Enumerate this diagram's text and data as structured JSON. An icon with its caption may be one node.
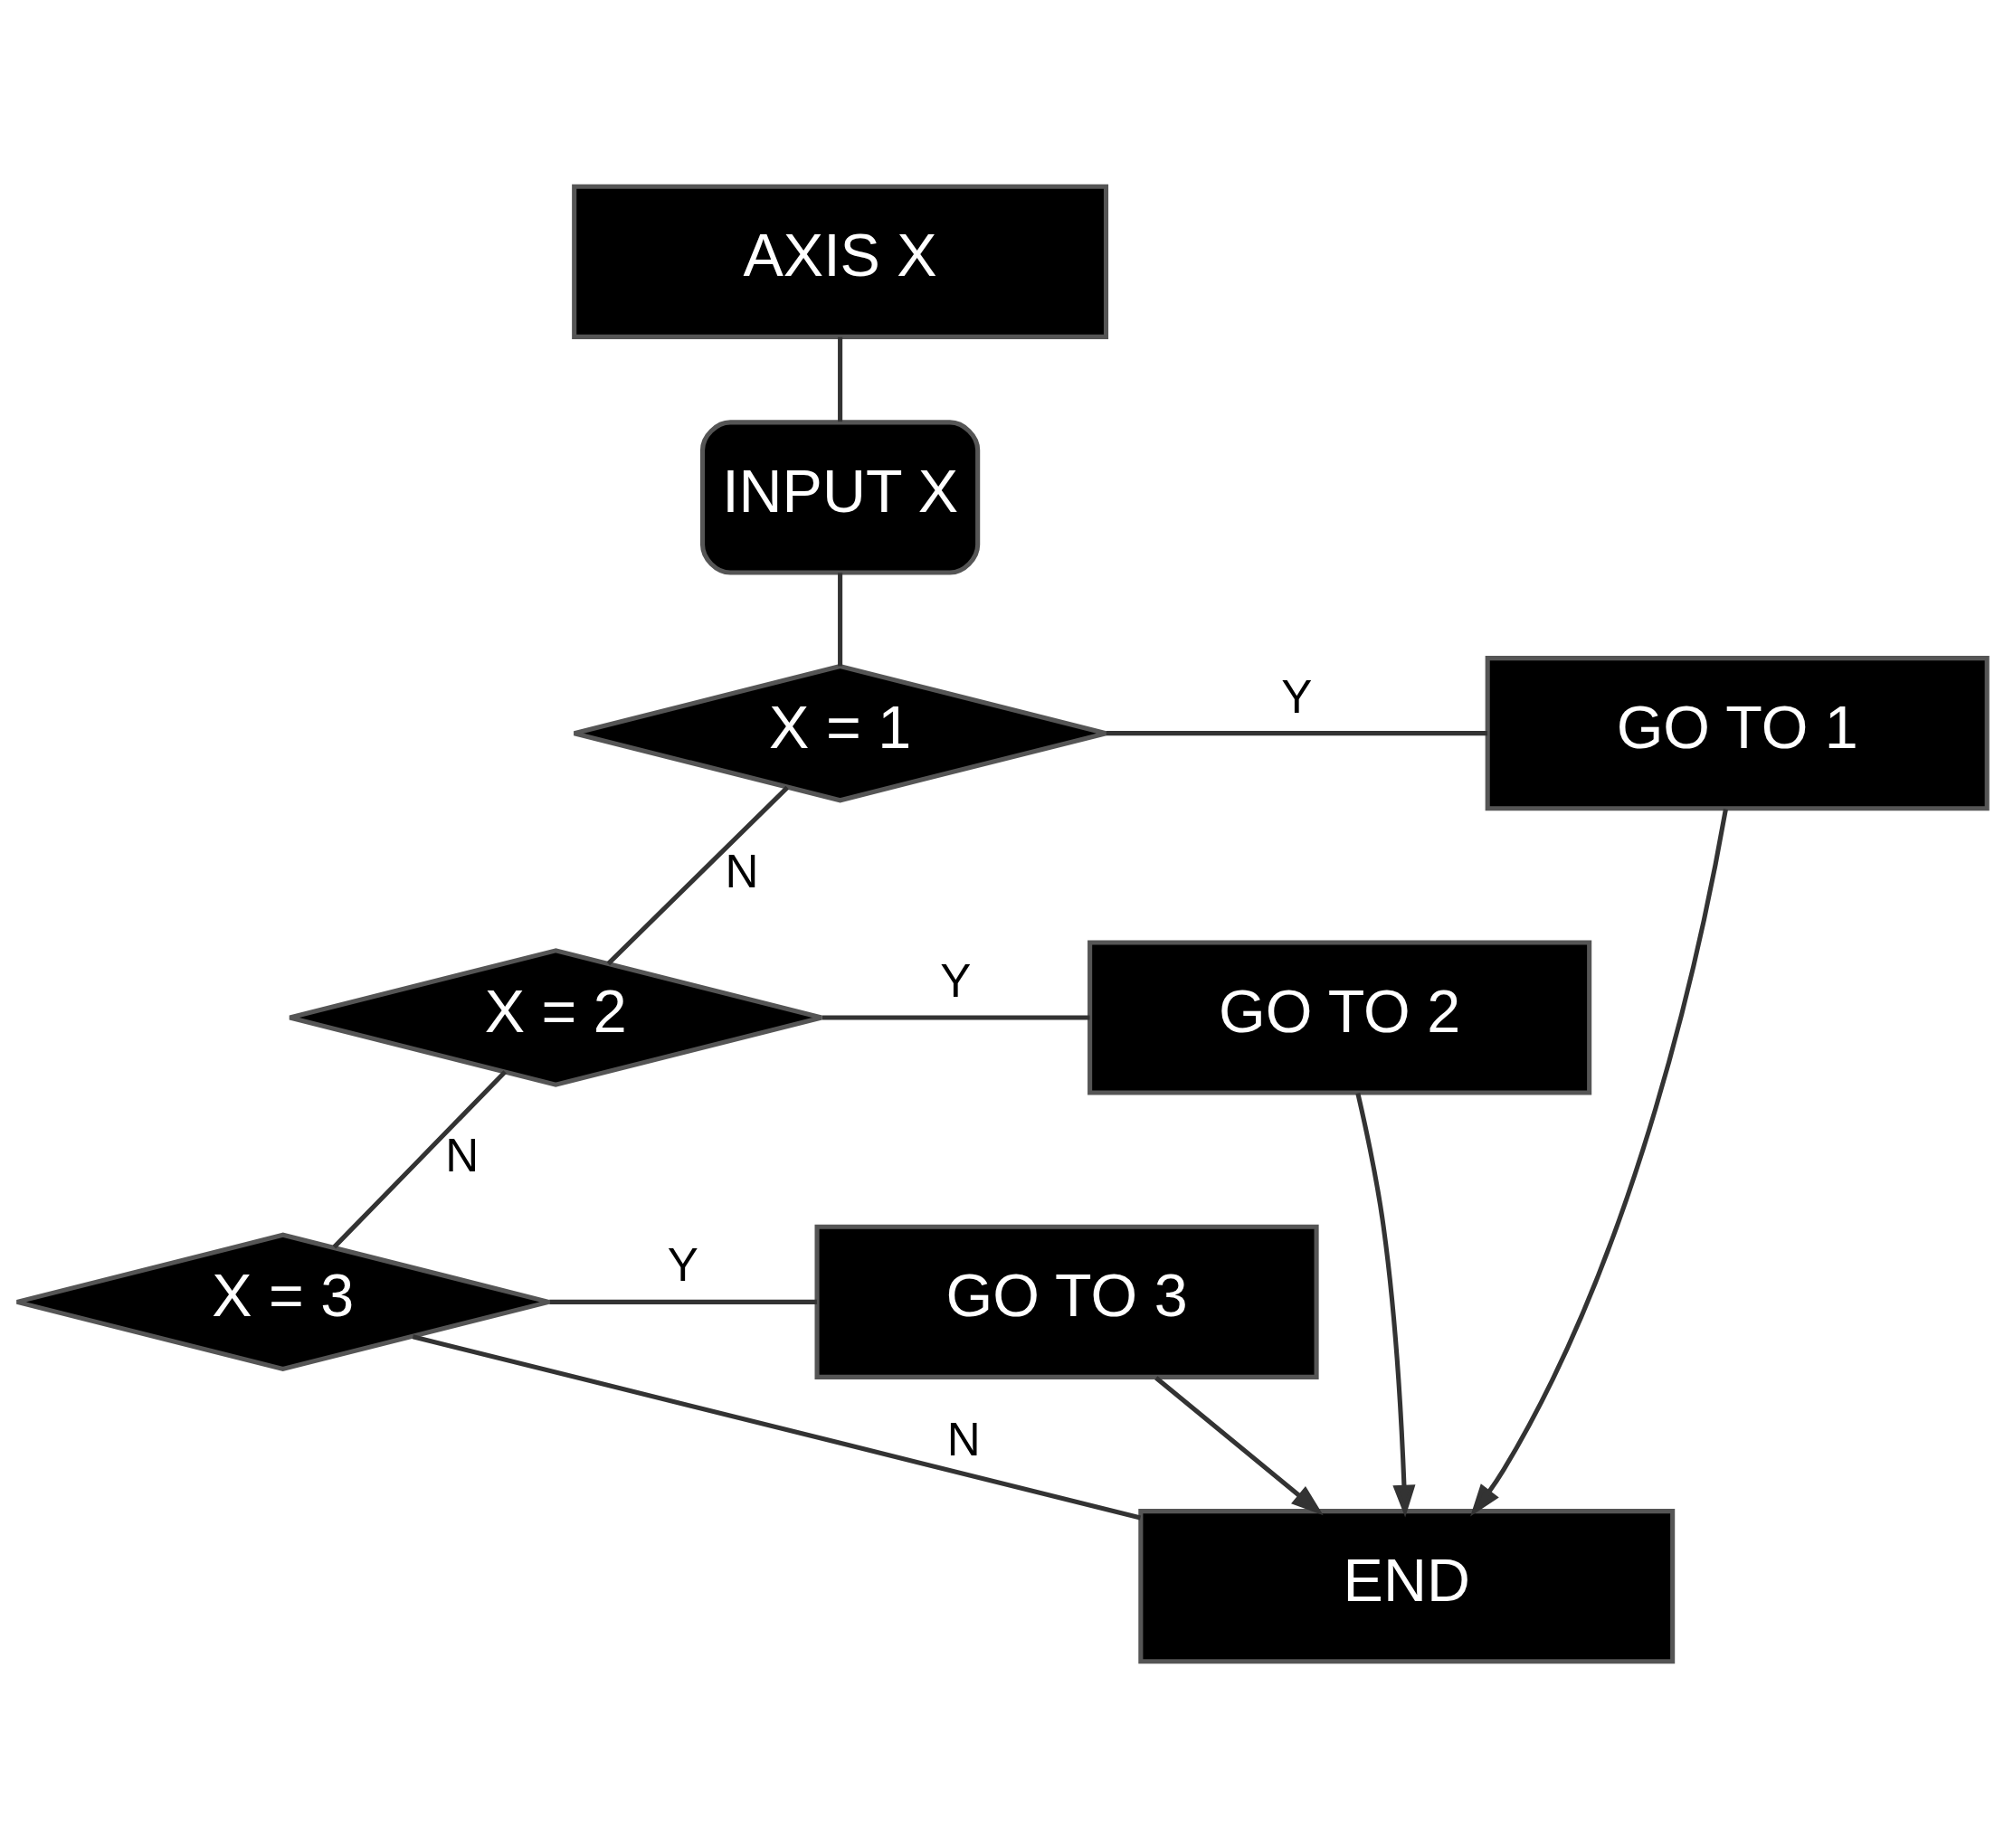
{
  "diagram": {
    "nodes": [
      {
        "text": [
          "AXIS X"
        ]
      },
      {
        "text": [
          "INPUT X"
        ]
      },
      {
        "text": [
          "X = 1"
        ]
      },
      {
        "text": [
          "GO TO 1"
        ]
      },
      {
        "text": [
          "X = 2"
        ]
      },
      {
        "text": [
          "GO TO 2"
        ]
      },
      {
        "text": [
          "X = 3"
        ]
      },
      {
        "text": [
          "GO TO 3"
        ]
      },
      {
        "text": [
          "END"
        ]
      }
    ],
    "edges": [
      {
        "from": 0,
        "to": 1,
        "arrow": "none"
      },
      {
        "from": 1,
        "to": 2,
        "arrow": "none"
      },
      {
        "from": 2,
        "to": 3,
        "arrow": "none",
        "label": "Y"
      },
      {
        "from": 2,
        "to": 4,
        "arrow": "none",
        "label": "N"
      },
      {
        "from": 4,
        "to": 5,
        "arrow": "none",
        "label": "Y"
      },
      {
        "from": 4,
        "to": 6,
        "arrow": "none",
        "label": "N"
      },
      {
        "from": 6,
        "to": 7,
        "arrow": "none",
        "label": "Y"
      },
      {
        "from": 6,
        "to": 8,
        "arrow": "none",
        "label": "N"
      },
      {
        "from": 3,
        "to": 8,
        "arrow": "to"
      },
      {
        "from": 5,
        "to": 8,
        "arrow": "to"
      },
      {
        "from": 7,
        "to": 8,
        "arrow": "to"
      }
    ]
  }
}
